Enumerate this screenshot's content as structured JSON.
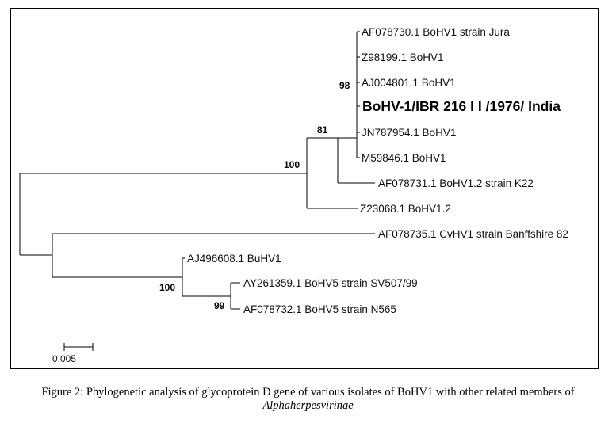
{
  "tree": {
    "taxa": [
      "AF078730.1 BoHV1 strain Jura",
      "Z98199.1 BoHV1",
      "AJ004801.1 BoHV1",
      "BoHV-1/IBR 216 I I /1976/ India",
      "JN787954.1 BoHV1",
      "M59846.1 BoHV1",
      "AF078731.1 BoHV1.2 strain K22",
      "Z23068.1 BoHV1.2",
      "AF078735.1 CvHV1 strain Banffshire 82",
      "AJ496608.1 BuHV1",
      "AY261359.1 BoHV5 strain SV507/99",
      "AF078732.1 BoHV5 strain N565"
    ],
    "bootstrap": [
      "98",
      "81",
      "100",
      "100",
      "99"
    ],
    "scale_label": "0.005"
  },
  "caption": {
    "main": "Figure 2: Phylogenetic analysis of glycoprotein D gene of various isolates of BoHV1 with other related members of ",
    "italic": "Alphaherpesvirinae"
  }
}
